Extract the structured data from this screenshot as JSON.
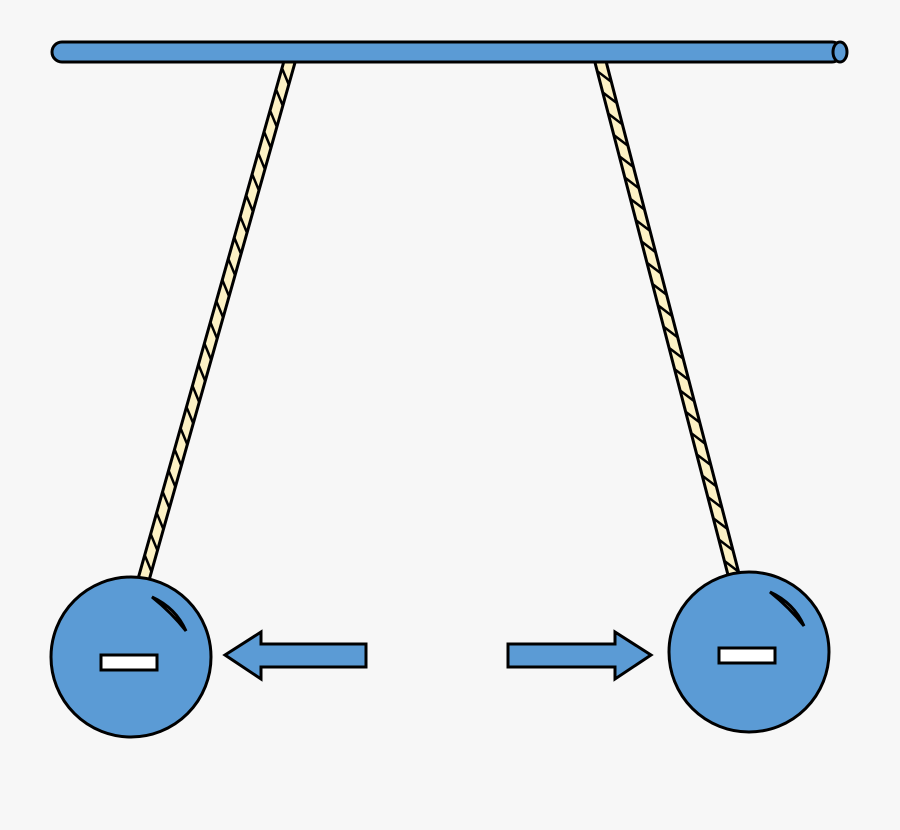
{
  "diagram": {
    "description_type": "electrostatic repulsion of two negatively charged pendulum spheres",
    "colors": {
      "background": "#f7f7f7",
      "body_blue": "#5b9bd5",
      "rope": "#fcf1c4",
      "outline": "#000000",
      "charge_sign": "#ffffff"
    },
    "spheres": [
      {
        "charge": "negative",
        "force_direction": "left"
      },
      {
        "charge": "negative",
        "force_direction": "right"
      }
    ],
    "icons": [
      "support-rod",
      "rope",
      "sphere",
      "minus-sign",
      "arrow-left",
      "arrow-right"
    ]
  }
}
